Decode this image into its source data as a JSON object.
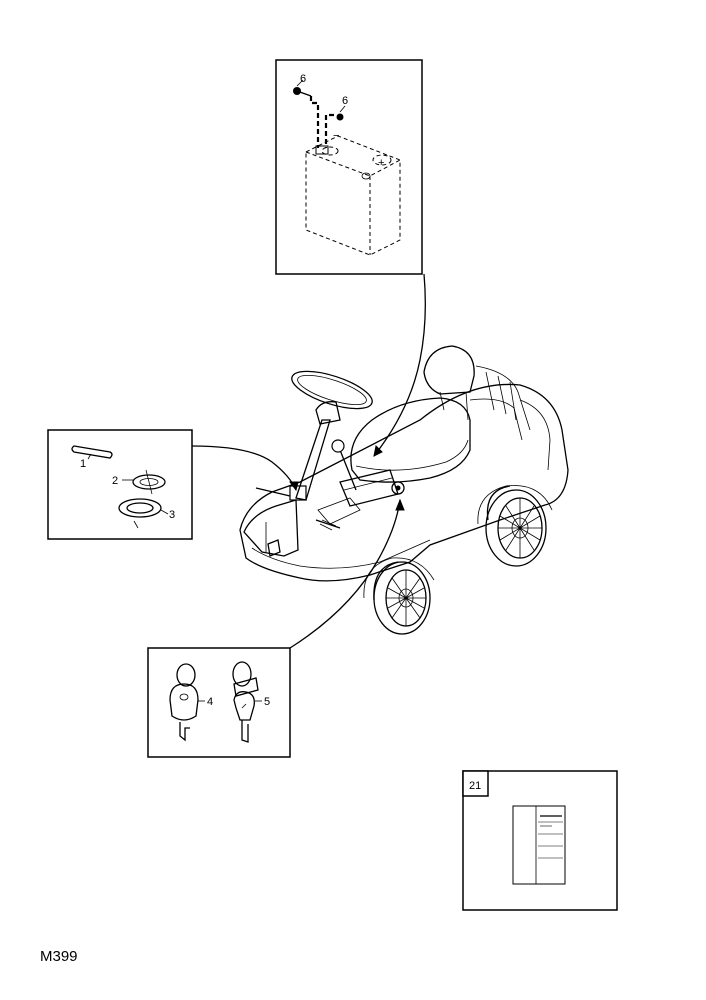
{
  "diagram": {
    "page_code": "M399",
    "callouts": {
      "battery_screw_a": "6",
      "battery_screw_b": "6",
      "pin": "1",
      "washer": "2",
      "ring": "3",
      "key_a": "4",
      "key_b": "5",
      "manual_ref": "21"
    },
    "battery_plus": "+",
    "battery_minus": "−"
  }
}
